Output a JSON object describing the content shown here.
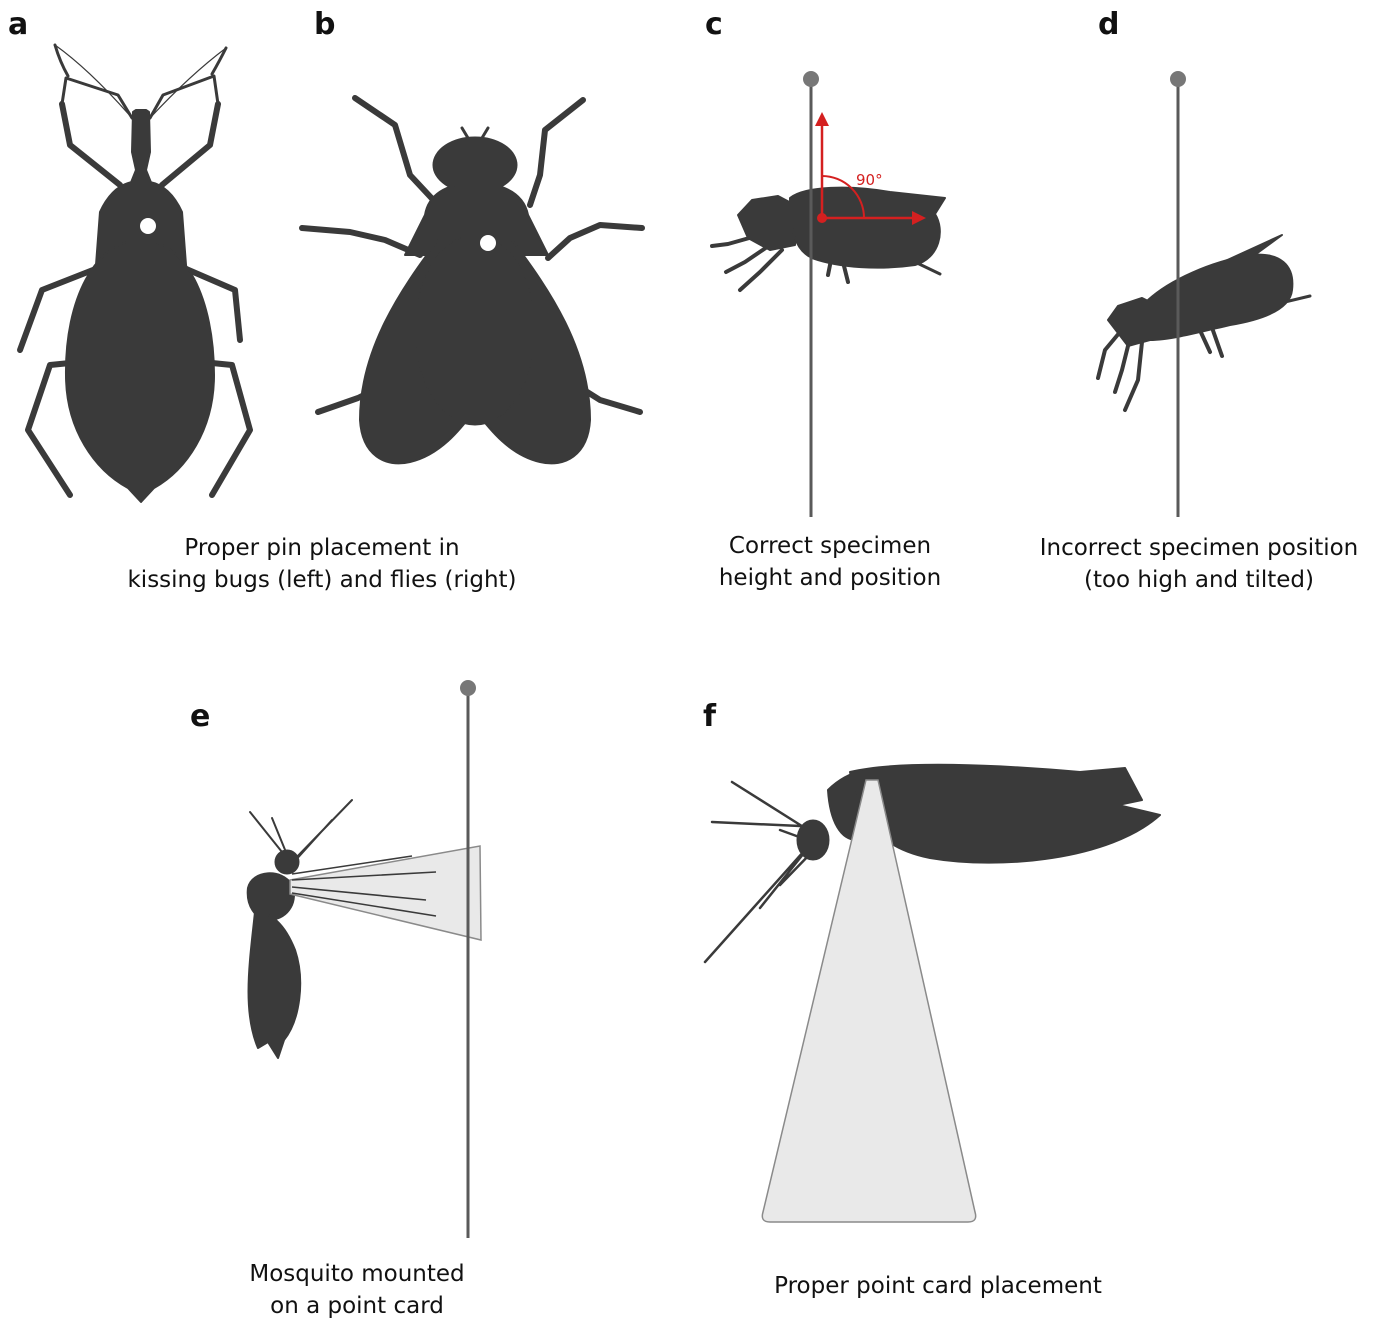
{
  "panels": {
    "a": {
      "letter": "a"
    },
    "b": {
      "letter": "b"
    },
    "c": {
      "letter": "c",
      "angle_label": "90°",
      "caption": [
        "Correct specimen",
        "height and position"
      ]
    },
    "d": {
      "letter": "d",
      "caption": [
        "Incorrect specimen position",
        "(too high and tilted)"
      ]
    },
    "e": {
      "letter": "e",
      "caption": [
        "Mosquito mounted",
        "on a point card"
      ]
    },
    "f": {
      "letter": "f",
      "caption": [
        "Proper point card placement"
      ]
    }
  },
  "ab_caption": [
    "Proper pin placement in",
    "kissing bugs (left) and flies (right)"
  ],
  "colors": {
    "silhouette": "#3a3a3a",
    "pin": "#5a5a5a",
    "pin_head": "#777777",
    "angle": "#d42020",
    "card": "#e9e9e9",
    "card_edge": "#8a8a8a"
  }
}
